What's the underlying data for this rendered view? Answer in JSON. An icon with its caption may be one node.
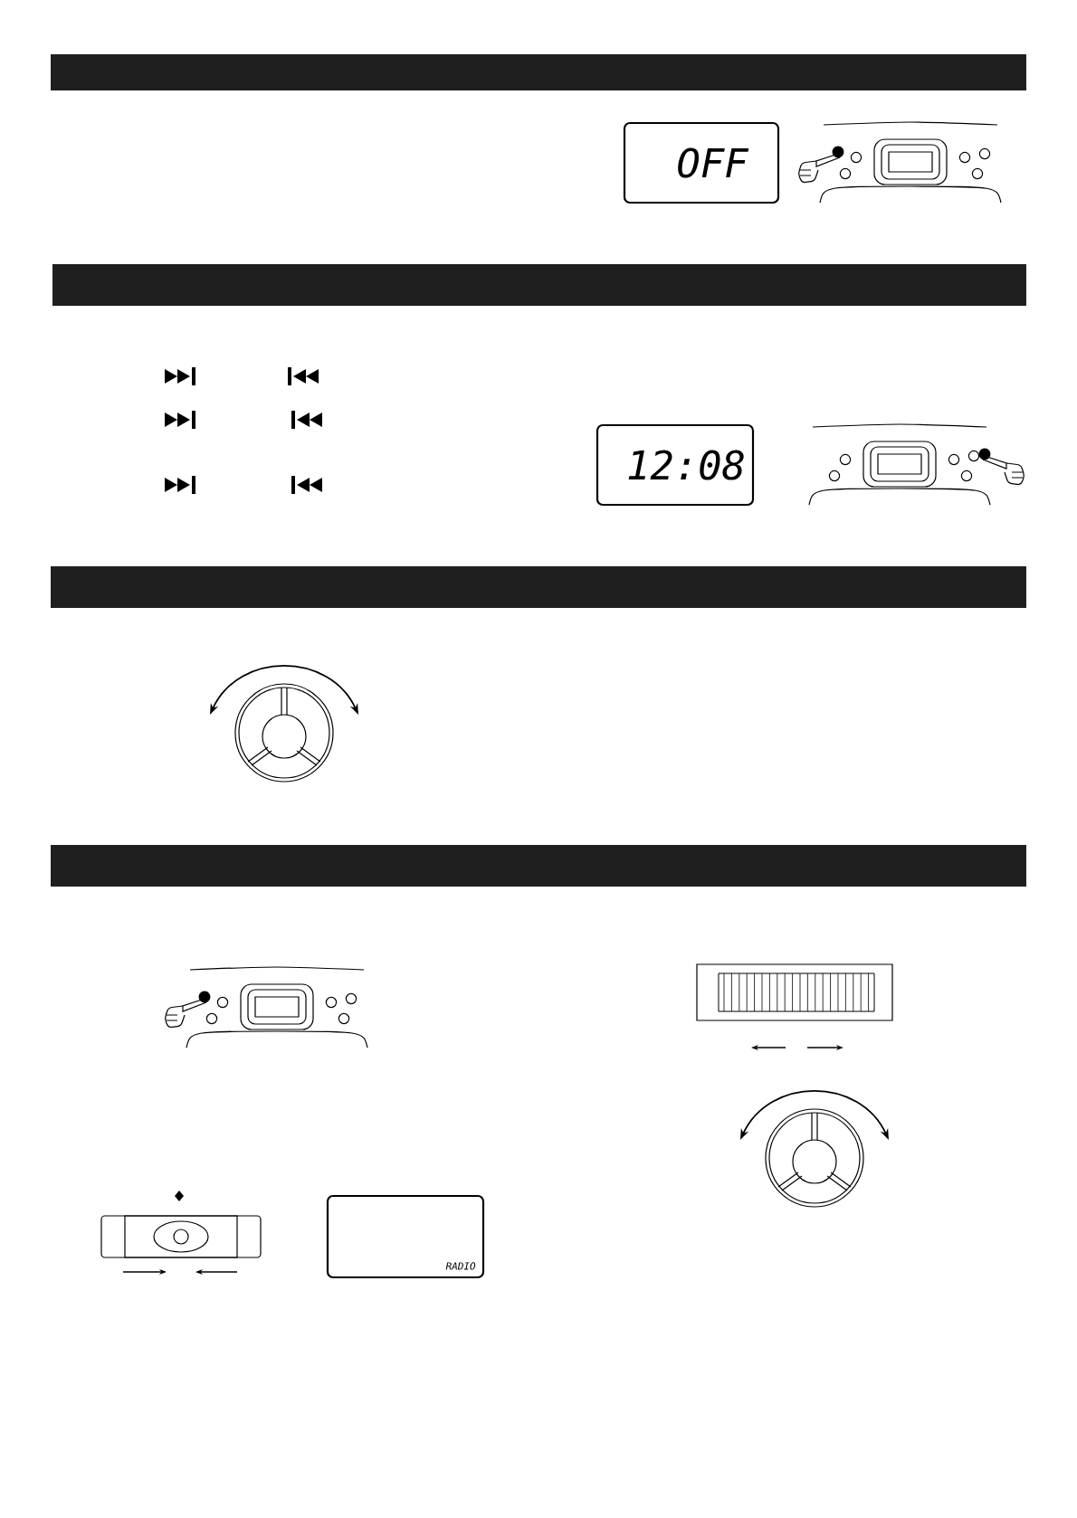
{
  "diagram": {
    "nodes": [
      {
        "text": [
          "OFF"
        ]
      },
      {
        "text": [
          "12:08"
        ]
      },
      {
        "text": [
          "RADIO"
        ]
      }
    ]
  }
}
